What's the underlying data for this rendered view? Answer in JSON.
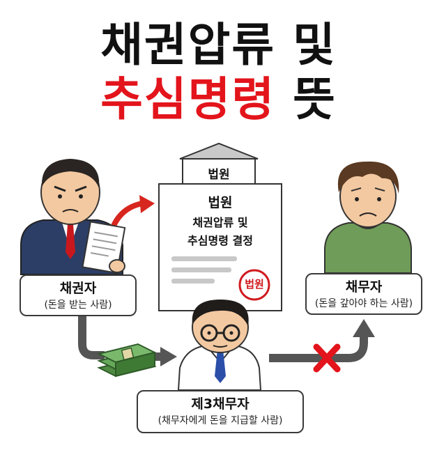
{
  "title": {
    "line1": "채권압류 및",
    "line2_red": "추심명령",
    "line2_dark": "뜻"
  },
  "court_building": {
    "label": "법원"
  },
  "document": {
    "heading": "법원",
    "line1": "채권압류 및",
    "line2": "추심명령 결정",
    "stamp": "법원"
  },
  "creditor": {
    "name": "채권자",
    "description": "(돈을 받는 사람)"
  },
  "debtor": {
    "name": "채무자",
    "description": "(돈을 갚아야 하는 사람)"
  },
  "third_debtor": {
    "name": "제3채무자",
    "description": "(채무자에게 돈을 지급할 사람)"
  },
  "colors": {
    "accent_red": "#e3141b",
    "arrow_gray": "#555555",
    "money_green": "#5c9a4e",
    "debtor_shirt": "#6f9c58"
  }
}
